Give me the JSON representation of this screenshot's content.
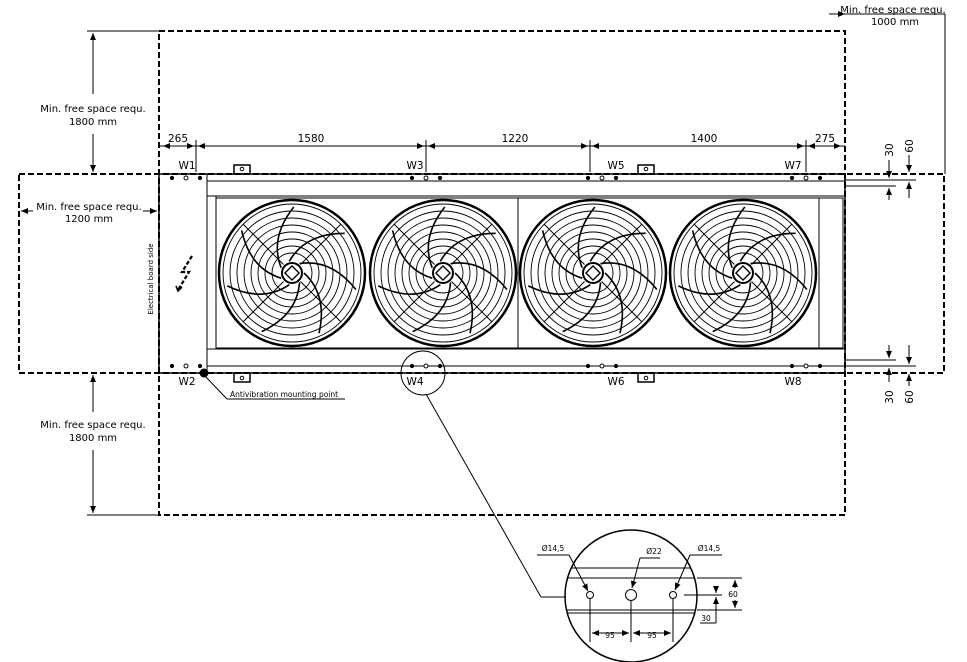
{
  "clearances": {
    "right": {
      "line1": "Min. free space requ.",
      "line2": "1000 mm"
    },
    "top": {
      "line1": "Min. free space requ.",
      "line2": "1800 mm"
    },
    "left": {
      "line1": "Min. free space requ.",
      "line2": "1200 mm"
    },
    "bottom": {
      "line1": "Min. free space requ.",
      "line2": "1800 mm"
    }
  },
  "dimensions": {
    "horizontal": [
      "265",
      "1580",
      "1220",
      "1400",
      "275"
    ],
    "right_top": [
      "30",
      "60"
    ],
    "right_bottom": [
      "30",
      "60"
    ]
  },
  "mounting_points": {
    "top": [
      "W1",
      "W3",
      "W5",
      "W7"
    ],
    "bottom": [
      "W2",
      "W4",
      "W6",
      "W8"
    ]
  },
  "labels": {
    "electrical_side": "Electrical board side",
    "antivibration": "Antivibration mounting point"
  },
  "fans": {
    "count": 4
  },
  "detail": {
    "hole_left": "Ø14,5",
    "hole_center": "Ø22",
    "hole_right": "Ø14,5",
    "spacing_left": "95",
    "spacing_right": "95",
    "offset_60": "60",
    "offset_30": "30"
  }
}
